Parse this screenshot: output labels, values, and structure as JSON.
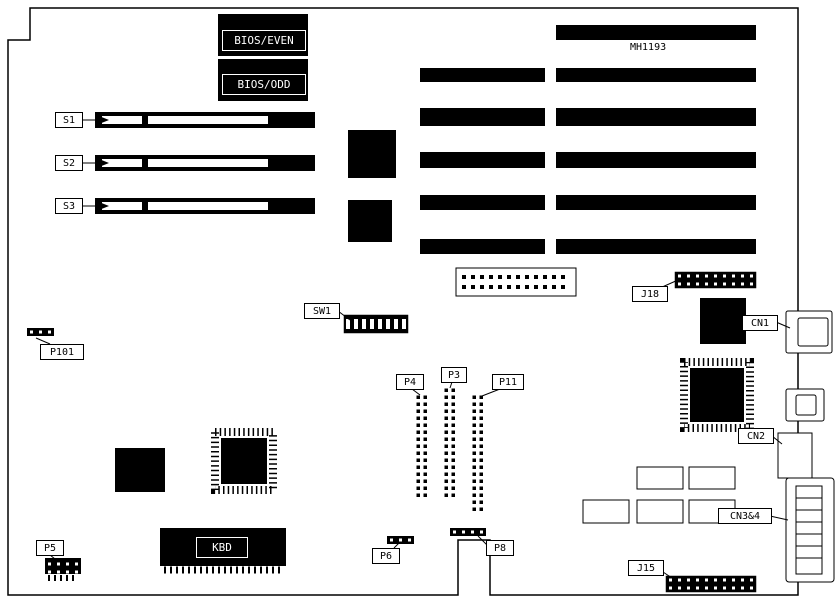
{
  "board": {
    "part_number": "MH1193"
  },
  "chips": {
    "bios_even": "BIOS/EVEN",
    "bios_odd": "BIOS/ODD",
    "kbd": "KBD"
  },
  "callouts": {
    "s1": "S1",
    "s2": "S2",
    "s3": "S3",
    "sw1": "SW1",
    "p101": "P101",
    "j18": "J18",
    "cn1": "CN1",
    "cn2": "CN2",
    "cn3_4": "CN3&4",
    "p4": "P4",
    "p3": "P3",
    "p11": "P11",
    "p5": "P5",
    "p6": "P6",
    "p8": "P8",
    "j15": "J15"
  },
  "colors": {
    "ink": "#000000",
    "background": "#ffffff"
  }
}
